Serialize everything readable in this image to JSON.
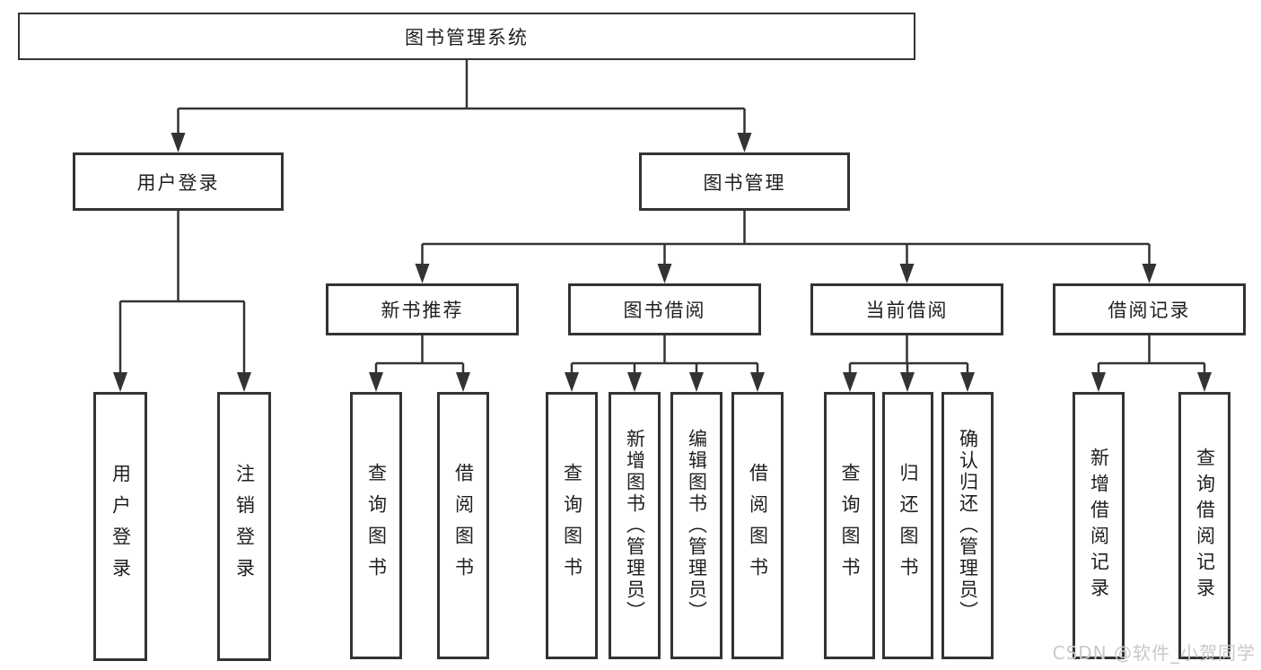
{
  "diagram_title": "图书管理系统",
  "tree": {
    "root": {
      "label": "图书管理系统"
    },
    "branches": [
      {
        "label": "用户登录",
        "children": [
          {
            "label": "用户登录"
          },
          {
            "label": "注销登录"
          }
        ]
      },
      {
        "label": "图书管理",
        "children": [
          {
            "label": "新书推荐",
            "children": [
              {
                "label": "查询图书"
              },
              {
                "label": "借阅图书"
              }
            ]
          },
          {
            "label": "图书借阅",
            "children": [
              {
                "label": "查询图书"
              },
              {
                "label": "新增图书（管理员）"
              },
              {
                "label": "编辑图书（管理员）"
              },
              {
                "label": "借阅图书"
              }
            ]
          },
          {
            "label": "当前借阅",
            "children": [
              {
                "label": "查询图书"
              },
              {
                "label": "归还图书"
              },
              {
                "label": "确认归还（管理员）"
              }
            ]
          },
          {
            "label": "借阅记录",
            "children": [
              {
                "label": "新增借阅记录"
              },
              {
                "label": "查询借阅记录"
              }
            ]
          }
        ]
      }
    ]
  },
  "watermark": {
    "text": "CSDN @软件_小贺同学",
    "color": "#c9c9c9"
  },
  "colors": {
    "line": "#333333",
    "box_border": "#333333",
    "background": "#ffffff",
    "text": "#1f1f1f"
  }
}
